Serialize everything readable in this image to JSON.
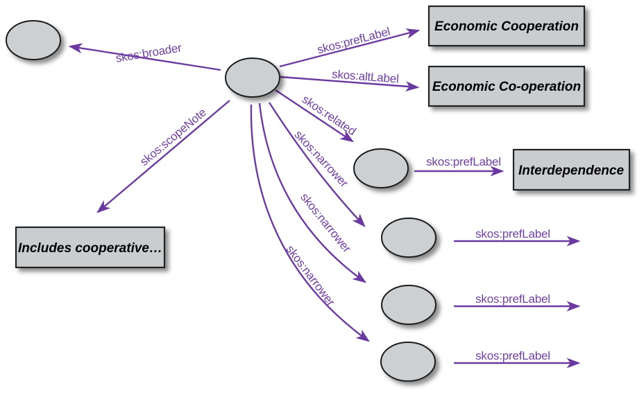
{
  "diagram": {
    "type": "skos-concept-graph",
    "colors": {
      "background": "#ffffff",
      "arrow": "#6b3aa0",
      "edge_label_text": "#6f3fa3",
      "node_fill": "#ccd0d3",
      "node_stroke": "#1c1c1c",
      "literal_box_fill": "#c9cdd0",
      "literal_box_stroke": "#222222",
      "literal_text": "#000000"
    },
    "nodes": [
      {
        "id": "broader-concept"
      },
      {
        "id": "central-concept"
      },
      {
        "id": "related-concept"
      },
      {
        "id": "narrower-concept-1"
      },
      {
        "id": "narrower-concept-2"
      },
      {
        "id": "narrower-concept-3"
      }
    ],
    "edges": [
      {
        "id": "broader",
        "label": "skos:broader"
      },
      {
        "id": "preflabel-top",
        "label": "skos:prefLabel"
      },
      {
        "id": "altlabel",
        "label": "skos:altLabel"
      },
      {
        "id": "related",
        "label": "skos:related"
      },
      {
        "id": "scopenote",
        "label": "skos:scopeNote"
      },
      {
        "id": "narrower-1",
        "label": "skos:narrower"
      },
      {
        "id": "narrower-2",
        "label": "skos:narrower"
      },
      {
        "id": "narrower-3",
        "label": "skos:narrower"
      },
      {
        "id": "preflabel-interdependence",
        "label": "skos:prefLabel"
      },
      {
        "id": "preflabel-row-1",
        "label": "skos:prefLabel"
      },
      {
        "id": "preflabel-row-2",
        "label": "skos:prefLabel"
      },
      {
        "id": "preflabel-row-3",
        "label": "skos:prefLabel"
      }
    ],
    "literals": [
      {
        "id": "pref-label-value",
        "text": "Economic Cooperation"
      },
      {
        "id": "alt-label-value",
        "text": "Economic Co-operation"
      },
      {
        "id": "interdependence-pref-label-value",
        "text": "Interdependence"
      },
      {
        "id": "scope-note-value",
        "text": "Includes cooperative…"
      }
    ]
  }
}
